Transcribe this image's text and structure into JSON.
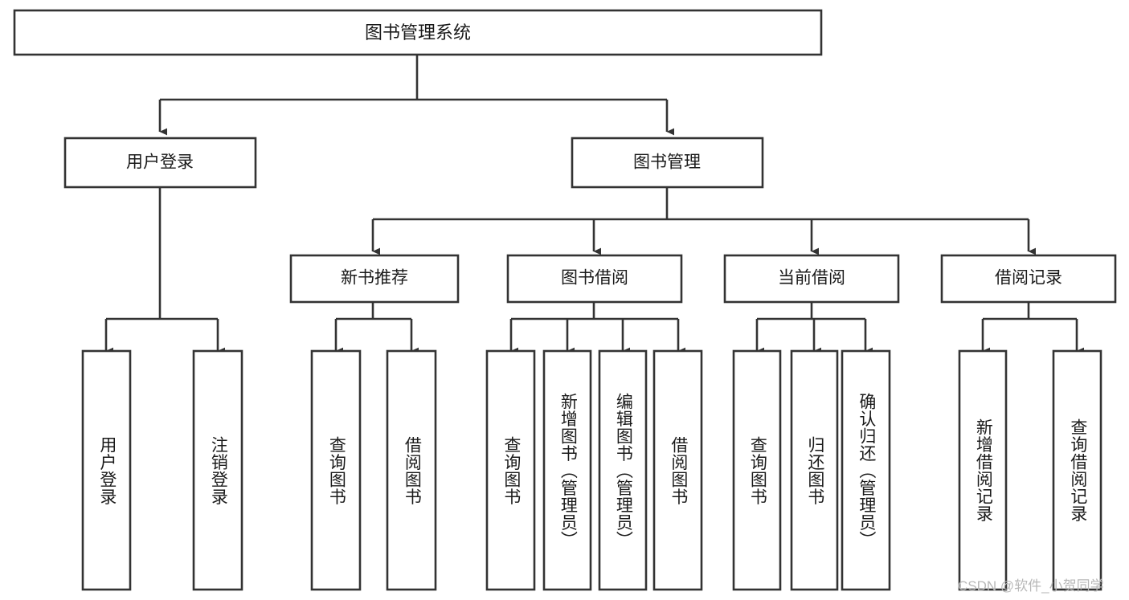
{
  "diagram": {
    "type": "tree-hierarchy",
    "title": "图书管理系统",
    "orientation": "top-down",
    "colors": {
      "box_fill": "#ffffff",
      "box_stroke": "#333333",
      "text": "#1a1a1a",
      "watermark": "#b8b8b8",
      "background": "#ffffff"
    },
    "levels": [
      {
        "level": 1,
        "nodes": [
          {
            "id": "root",
            "label": "图书管理系统",
            "orientation": "horizontal"
          }
        ]
      },
      {
        "level": 2,
        "nodes": [
          {
            "id": "login",
            "label": "用户登录",
            "orientation": "horizontal",
            "parent": "root"
          },
          {
            "id": "bookmgmt",
            "label": "图书管理",
            "orientation": "horizontal",
            "parent": "root"
          }
        ]
      },
      {
        "level": 3,
        "nodes": [
          {
            "id": "newbook",
            "label": "新书推荐",
            "orientation": "horizontal",
            "parent": "bookmgmt"
          },
          {
            "id": "borrow",
            "label": "图书借阅",
            "orientation": "horizontal",
            "parent": "bookmgmt"
          },
          {
            "id": "current",
            "label": "当前借阅",
            "orientation": "horizontal",
            "parent": "bookmgmt"
          },
          {
            "id": "records",
            "label": "借阅记录",
            "orientation": "horizontal",
            "parent": "bookmgmt"
          }
        ]
      },
      {
        "level": 4,
        "nodes": [
          {
            "id": "leaf1",
            "label": "用户登录",
            "orientation": "vertical",
            "parent": "login"
          },
          {
            "id": "leaf2",
            "label": "注销登录",
            "orientation": "vertical",
            "parent": "login"
          },
          {
            "id": "leaf3",
            "label": "查询图书",
            "orientation": "vertical",
            "parent": "newbook"
          },
          {
            "id": "leaf4",
            "label": "借阅图书",
            "orientation": "vertical",
            "parent": "newbook"
          },
          {
            "id": "leaf5",
            "label": "查询图书",
            "orientation": "vertical",
            "parent": "borrow"
          },
          {
            "id": "leaf6",
            "label": "新增图书（管理员）",
            "orientation": "vertical",
            "parent": "borrow"
          },
          {
            "id": "leaf7",
            "label": "编辑图书（管理员）",
            "orientation": "vertical",
            "parent": "borrow"
          },
          {
            "id": "leaf8",
            "label": "借阅图书",
            "orientation": "vertical",
            "parent": "borrow"
          },
          {
            "id": "leaf9",
            "label": "查询图书",
            "orientation": "vertical",
            "parent": "current"
          },
          {
            "id": "leaf10",
            "label": "归还图书",
            "orientation": "vertical",
            "parent": "current"
          },
          {
            "id": "leaf11",
            "label": "确认归还（管理员）",
            "orientation": "vertical",
            "parent": "current"
          },
          {
            "id": "leaf12",
            "label": "新增借阅记录",
            "orientation": "vertical",
            "parent": "records"
          },
          {
            "id": "leaf13",
            "label": "查询借阅记录",
            "orientation": "vertical",
            "parent": "records"
          }
        ]
      }
    ]
  },
  "watermark": {
    "text": "CSDN @软件_小贺同学"
  }
}
